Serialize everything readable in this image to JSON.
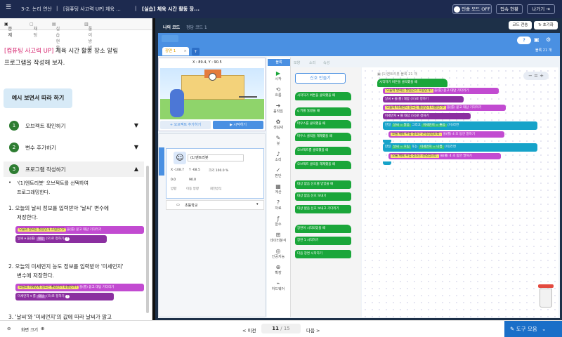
{
  "topbar": {
    "breadcrumb": [
      "3-2. 논리 연산",
      "[컴퓨팅 사고력 UP] 체육 ...",
      "[실습] 체육 시간 활동 장..."
    ],
    "presentation_mode": "인솔 모드 OFF",
    "access_status": "접속 현황",
    "exit": "나가기"
  },
  "left": {
    "tabs": [
      "문제",
      "채팅",
      "실습 현황",
      "풀이 방법"
    ],
    "title_tag": "[컴퓨팅 사고력 UP]",
    "title_rest": "체육 시간 활동 장소 알림",
    "title_line2": "프로그램을 작성해 보자.",
    "example_button": "예시 보면서 따라 하기",
    "steps": [
      {
        "num": "1",
        "label": "오브젝트 확인하기",
        "arrow": "▼"
      },
      {
        "num": "2",
        "label": "변수 추가하기",
        "arrow": "▼"
      },
      {
        "num": "3",
        "label": "프로그램 작성하기",
        "arrow": "▲"
      }
    ],
    "bullet": "'(1)엔트리봇' 오브젝트를 선택하여",
    "bullet2": "프로그래밍한다.",
    "item1": "1.  오늘의 날씨 정보를 입력받아 '날씨' 변수에",
    "item1b": "저장한다.",
    "item1_blocks": [
      "오늘의 날씨는 맑음인가 흐림인가?",
      "을(를) 묻고 대답 기다리기",
      "날씨",
      "을(를)",
      "대답",
      "(으)로 정하기"
    ],
    "item2": "2.  오늘의 미세먼지 농도 정보를 입력받아 '미세먼지'",
    "item2b": "변수에 저장한다.",
    "item2_blocks": [
      "오늘의 미세먼지 농도는 좋음인가 나쁨인가?",
      "을(를) 묻고 대답 기다리기",
      "미세먼지",
      "를",
      "대답"
    ],
    "item3": "3.  '날씨'와 '미세먼지'의 값에 따라 날씨가 맑고"
  },
  "workspace": {
    "tabs": [
      "나의 코드",
      "정답 코드 1"
    ],
    "code_send": "코드 전송",
    "reset": "초기화",
    "help": "?",
    "scene_tab": "장면 1",
    "add": "+",
    "total_blocks": "블록 21 개",
    "canvas_block_count": "블록 21 개",
    "canvas_label": "(1)엔트리봇",
    "coords": "X : 89.4, Y : 90.5",
    "add_object": "+ 오브젝트 추가하기",
    "start": "▶ 시작하기",
    "object_name": "(1)엔트리봇",
    "props": {
      "x": "-108.7",
      "y": "-68.5",
      "size": "100.0",
      "size_unit": "%",
      "rotation": "0.0",
      "direction": "90.0",
      "labels": [
        "방향",
        "이동 방향",
        "회전방식"
      ],
      "size_label": "크기"
    },
    "object2": "초등학교",
    "block_tabs": [
      "블록",
      "모양",
      "소리",
      "속성"
    ],
    "make_signal": "신호 만들기",
    "palette": [
      "시작하기 버튼을 클릭했을 때",
      "q  키를 눌렀을 때",
      "마우스를 클릭했을 때",
      "마우스 클릭을 해제했을 때",
      "오브젝트를 클릭했을 때",
      "오브젝트 클릭을 해제했을 때",
      "대상 없음  신호를 받았을 때",
      "대상 없음  신호 보내기",
      "대상 없음  신호 보내고 기다리기",
      "장면이 시작되었을 때",
      "장면 1  시작하기",
      "다음  장면 시작하기"
    ],
    "categories": [
      {
        "name": "시작",
        "icon": "▶"
      },
      {
        "name": "흐름",
        "icon": "⟲"
      },
      {
        "name": "움직임",
        "icon": "➜"
      },
      {
        "name": "생김새",
        "icon": "✿"
      },
      {
        "name": "붓",
        "icon": "✎"
      },
      {
        "name": "소리",
        "icon": "♪"
      },
      {
        "name": "판단",
        "icon": "✓"
      },
      {
        "name": "계산",
        "icon": "▦"
      },
      {
        "name": "자료",
        "icon": "?"
      },
      {
        "name": "함수",
        "icon": "ƒ"
      },
      {
        "name": "데이터분석",
        "icon": "⊞"
      },
      {
        "name": "인공지능",
        "icon": "◎"
      },
      {
        "name": "확장",
        "icon": "⊕"
      },
      {
        "name": "하드웨어",
        "icon": "⌁"
      }
    ],
    "script": {
      "hat": "시작하기 버튼을 클릭했을 때",
      "ask1": "오늘의 날씨는 맑음인가 흐림인가?",
      "ask_tail": "을(를) 묻고 대답 기다리기",
      "set1a": "날씨",
      "set1b": "을(를)",
      "set1c": "대답",
      "set1d": "(으)로 정하기",
      "ask2": "오늘의 미세먼지 농도는 좋음인가 나쁨인가?",
      "set2a": "미세먼지",
      "set2b": "를",
      "if1": "만일",
      "cond1a": "날씨",
      "cond1b": "=",
      "cond1c": "맑음",
      "cond1d": "그리고",
      "cond1e": "미세먼지",
      "cond1f": "좋음",
      "cond1g": "(이)라면",
      "say1": "오늘 체육 수업 장소는 운동장입니다.",
      "say1b": "을(를)",
      "say1c": "4",
      "say1d": "초 동안",
      "say1e": "말하기",
      "cond2a": "날씨",
      "cond2c": "흐림",
      "cond2d": "또는",
      "cond2e": "미세먼지",
      "cond2f": "나쁨",
      "say2": "오늘 체육 수업 장소는 강당입니다."
    }
  },
  "bottom": {
    "screen_size": "화면 크기",
    "prev": "< 이전",
    "page_current": "11",
    "page_total": "/ 15",
    "next": "다음 >",
    "tools": "도구 모음"
  }
}
